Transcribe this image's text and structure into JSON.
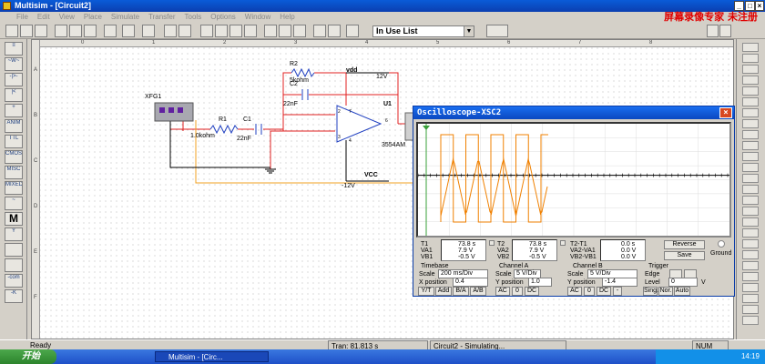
{
  "window": {
    "title": "Multisim - [Circuit2]",
    "min": "_",
    "max": "□",
    "close": "×"
  },
  "watermark": "屏幕录像专家 未注册",
  "menu": [
    "File",
    "Edit",
    "View",
    "Place",
    "Simulate",
    "Transfer",
    "Tools",
    "Options",
    "Window",
    "Help"
  ],
  "toolbar": {
    "in_use_list": "In Use List"
  },
  "left_components": [
    "≡",
    "~W~",
    "-|>-",
    "|<",
    "+",
    "ANIM",
    "TTL",
    "CMOS",
    "MISC",
    "MIXED",
    "~",
    "M",
    "Y",
    "",
    "",
    "-com",
    "-K"
  ],
  "ruler": {
    "top": [
      "0",
      "1",
      "2",
      "3",
      "4",
      "5",
      "6",
      "7",
      "8"
    ],
    "left": [
      "A",
      "B",
      "C",
      "D",
      "E",
      "F"
    ]
  },
  "schematic": {
    "xfg": "XFG1",
    "r1": "R1",
    "r1_val": "1.0kohm",
    "c1": "C1",
    "c1_val": "22nF",
    "r2": "R2",
    "r2_val": "5kohm",
    "c2": "C2",
    "c2_val": "22nF",
    "vdd": "vdd",
    "vdd_val": "12V",
    "vcc": "VCC",
    "vcc_val": "-12V",
    "u1": "U1",
    "u1_part": "3554AM",
    "pin2": "2",
    "pin3": "3",
    "pin6": "6",
    "pin4": "4",
    "pin7": "7"
  },
  "scope": {
    "title": "Oscilloscope-XSC2",
    "t1": {
      "label": "T1",
      "time": "73.8 s",
      "va1_label": "VA1",
      "va1": "7.9 V",
      "vb1_label": "VB1",
      "vb1": "-0.5 V"
    },
    "t2": {
      "label": "T2",
      "time": "73.8 s",
      "va2_label": "VA2",
      "va2": "7.9 V",
      "vb2_label": "VB2",
      "vb2": "-0.5 V"
    },
    "diff": {
      "label": "T2-T1",
      "time": "0.0 s",
      "va_label": "VA2-VA1",
      "va": "0.0 V",
      "vb_label": "VB2-VB1",
      "vb": "0.0 V"
    },
    "reverse": "Reverse",
    "save": "Save",
    "ground": "Ground",
    "timebase": {
      "header": "Timebase",
      "scale_label": "Scale",
      "scale": "200 ms/Div",
      "xpos_label": "X position",
      "xpos": "0.4",
      "modes": [
        "Y/T",
        "Add",
        "B/A",
        "A/B"
      ]
    },
    "channel_a": {
      "header": "Channel A",
      "scale_label": "Scale",
      "scale": "5 V/Div",
      "ypos_label": "Y position",
      "ypos": "1.0",
      "modes": [
        "AC",
        "0",
        "DC"
      ]
    },
    "channel_b": {
      "header": "Channel B",
      "scale_label": "Scale",
      "scale": "5 V/Div",
      "ypos_label": "Y position",
      "ypos": "-1.4",
      "modes": [
        "AC",
        "0",
        "DC",
        "-"
      ]
    },
    "trigger": {
      "header": "Trigger",
      "edge_label": "Edge",
      "level_label": "Level",
      "level": "0",
      "level_unit": "V",
      "modes": [
        "Sing.",
        "Nor.",
        "Auto"
      ]
    }
  },
  "status": {
    "ready": "Ready",
    "tran": "Tran: 81.813 s",
    "sim": "Circuit2 - Simulating...",
    "num": "NUM"
  },
  "taskbar": {
    "start": "开始",
    "item": "Multisim - [Circ...",
    "time": "14:19"
  },
  "colors": {
    "channel_a": "#f08000",
    "channel_b": "#f08000",
    "wire": "#e02020"
  }
}
